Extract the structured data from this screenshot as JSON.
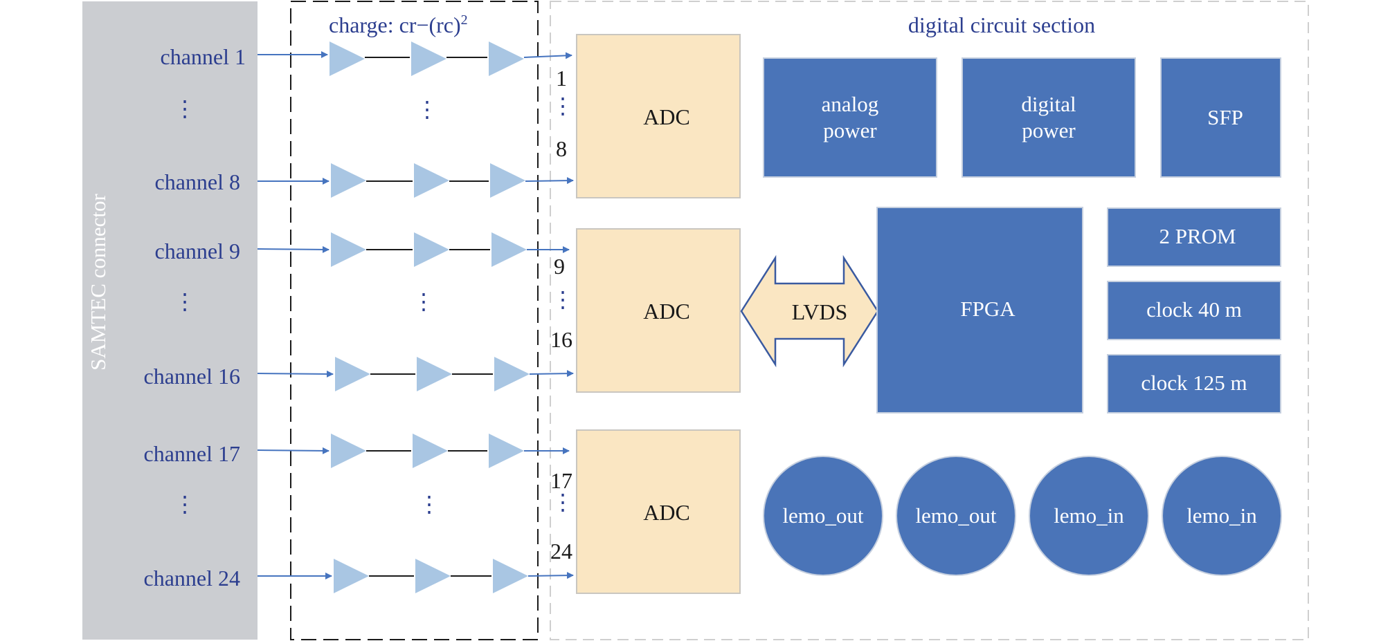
{
  "connector": {
    "label": "SAMTEC connector"
  },
  "shaper": {
    "label": "charge: cr−(rc)",
    "label_sup": "2"
  },
  "digital_section": {
    "title": "digital circuit section"
  },
  "channels": [
    {
      "label": "channel 1"
    },
    {
      "label": "channel 8"
    },
    {
      "label": "channel 9"
    },
    {
      "label": "channel 16"
    },
    {
      "label": "channel 17"
    },
    {
      "label": "channel 24"
    }
  ],
  "ellipsis": "⋮",
  "adc_groups": [
    {
      "label": "ADC",
      "first": "1",
      "last": "8"
    },
    {
      "label": "ADC",
      "first": "9",
      "last": "16"
    },
    {
      "label": "ADC",
      "first": "17",
      "last": "24"
    }
  ],
  "lvds": {
    "label": "LVDS"
  },
  "fpga": {
    "label": "FPGA"
  },
  "power_blocks": [
    {
      "line1": "analog",
      "line2": "power"
    },
    {
      "line1": "digital",
      "line2": "power"
    },
    {
      "line1": "SFP",
      "line2": ""
    }
  ],
  "side_blocks": [
    {
      "label": "2 PROM"
    },
    {
      "label": "clock 40 m"
    },
    {
      "label": "clock 125 m"
    }
  ],
  "lemo_ports": [
    {
      "label": "lemo_out"
    },
    {
      "label": "lemo_out"
    },
    {
      "label": "lemo_in"
    },
    {
      "label": "lemo_in"
    }
  ],
  "colors": {
    "connector_fill": "#cbcdd1",
    "label_blue": "#2c3e8f",
    "arrow_blue": "#4674bf",
    "amp_fill": "#a9c6e3",
    "adc_fill": "#fae6c2",
    "adc_stroke": "#c9c6c0",
    "block_blue": "#4a74b8",
    "block_stroke": "#c5cfdf",
    "lvds_fill": "#fae6c2",
    "lvds_stroke": "#3a5aa0"
  }
}
